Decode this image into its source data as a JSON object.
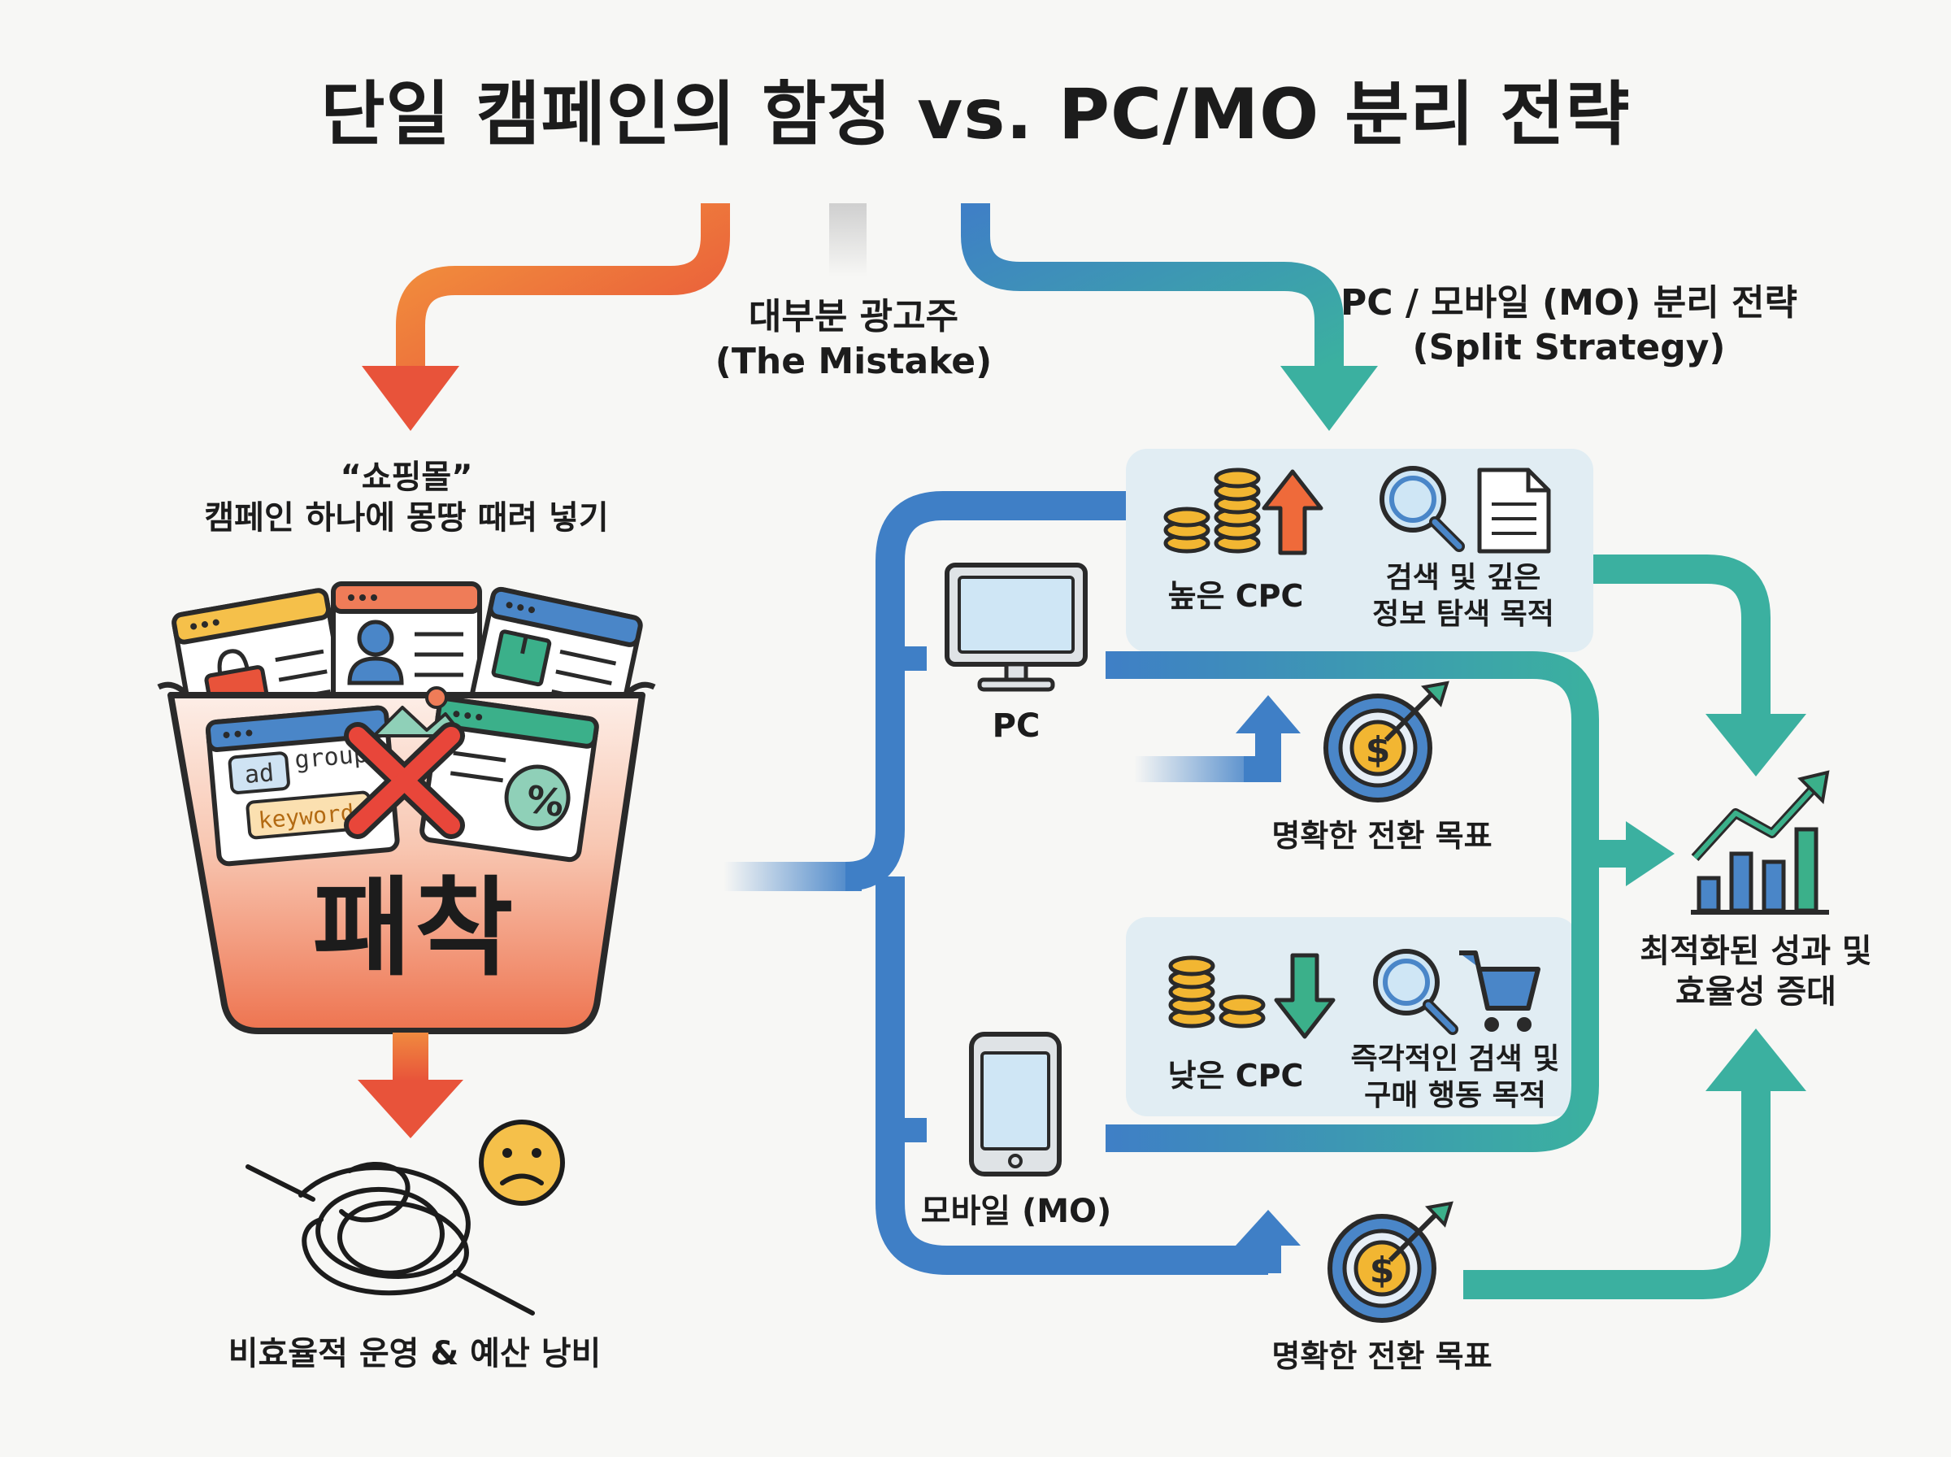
{
  "title": "단일 캠페인의 함정 vs. PC/MO 분리 전략",
  "mistake": {
    "label_line1": "대부분 광고주",
    "label_line2": "(The Mistake)",
    "quote_line1": "“쇼핑몰”",
    "quote_line2": "캠페인 하나에 몽땅 때려 넣기",
    "card_words": [
      "ad",
      "group",
      "keyword",
      "%"
    ],
    "bucket_label": "패착",
    "result": "비효율적 운영 & 예산 낭비"
  },
  "split": {
    "label_line1": "PC / 모바일 (MO) 분리 전략",
    "label_line2": "(Split Strategy)",
    "pc": {
      "device": "PC",
      "cpc": "높은 CPC",
      "intent_line1": "검색 및 깊은",
      "intent_line2": "정보 탐색 목적",
      "goal": "명확한 전환 목표"
    },
    "mo": {
      "device": "모바일 (MO)",
      "cpc": "낮은 CPC",
      "intent_line1": "즉각적인 검색 및",
      "intent_line2": "구매 행동 목적",
      "goal": "명확한 전환 목표"
    },
    "outcome_line1": "최적화된 성과 및",
    "outcome_line2": "효율성 증대"
  },
  "colors": {
    "orange": "#f39a3d",
    "red": "#e8533a",
    "blue": "#3f7fc6",
    "teal": "#3bb0a0",
    "panel": "#e3eef4",
    "gold": "#f2b632",
    "bucket_top": "#fbe2d6",
    "bucket_bottom": "#ef7c58"
  },
  "icons": [
    "coins-icon",
    "up-arrow-icon",
    "down-arrow-icon",
    "magnifier-icon",
    "document-icon",
    "cart-icon",
    "monitor-icon",
    "smartphone-icon",
    "target-dollar-icon",
    "growth-chart-icon",
    "sad-face-icon",
    "tangle-icon",
    "shopping-bag-icon",
    "user-card-icon",
    "box-icon",
    "image-icon",
    "red-x-icon"
  ]
}
